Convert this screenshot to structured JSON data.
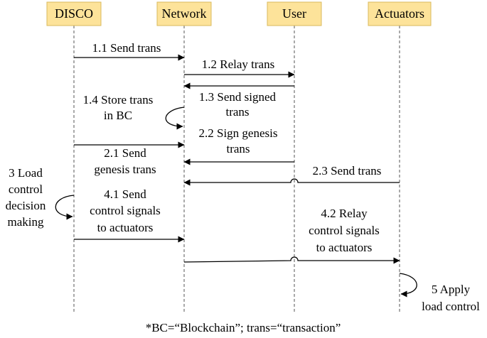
{
  "actors": {
    "disco": "DISCO",
    "network": "Network",
    "user": "User",
    "actuators": "Actuators"
  },
  "messages": {
    "m11": "1.1 Send trans",
    "m12": "1.2 Relay trans",
    "m13": [
      "1.3 Send signed",
      "trans"
    ],
    "m14": [
      "1.4 Store trans",
      "in BC"
    ],
    "m22": [
      "2.2 Sign genesis",
      "trans"
    ],
    "m21": [
      "2.1 Send",
      "genesis trans"
    ],
    "m23": "2.3 Send trans",
    "m3": [
      "3 Load",
      "control",
      "decision",
      "making"
    ],
    "m41": [
      "4.1 Send",
      "control signals",
      "to actuators"
    ],
    "m42": [
      "4.2 Relay",
      "control signals",
      "to actuators"
    ],
    "m5": [
      "5 Apply",
      "load control"
    ]
  },
  "footnote": "*BC=“Blockchain”; trans=“transaction”"
}
